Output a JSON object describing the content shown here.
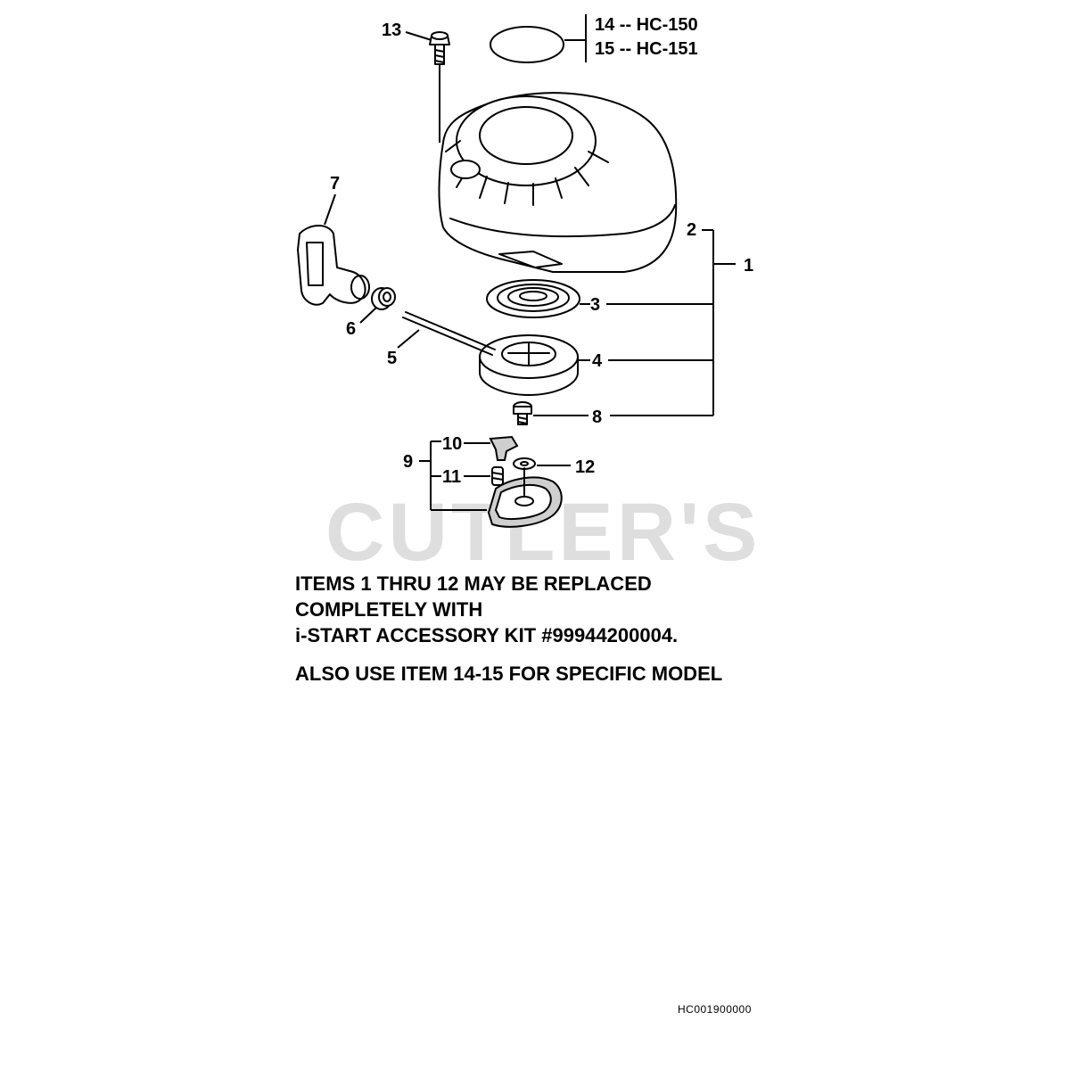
{
  "watermark": "CUTLER'S",
  "callouts": {
    "c1": "1",
    "c2": "2",
    "c3": "3",
    "c4": "4",
    "c5": "5",
    "c6": "6",
    "c7": "7",
    "c8": "8",
    "c9": "9",
    "c10": "10",
    "c11": "11",
    "c12": "12",
    "c13": "13"
  },
  "model_parts": [
    {
      "item": "14 -- HC-150"
    },
    {
      "item": "15 -- HC-151"
    }
  ],
  "notes": {
    "line1": "ITEMS 1 THRU 12 MAY BE REPLACED",
    "line2": "COMPLETELY WITH",
    "line3": "i-START ACCESSORY KIT #99944200004.",
    "line4": "ALSO USE ITEM 14-15  FOR SPECIFIC MODEL"
  },
  "drawing_code": "HC001900000"
}
